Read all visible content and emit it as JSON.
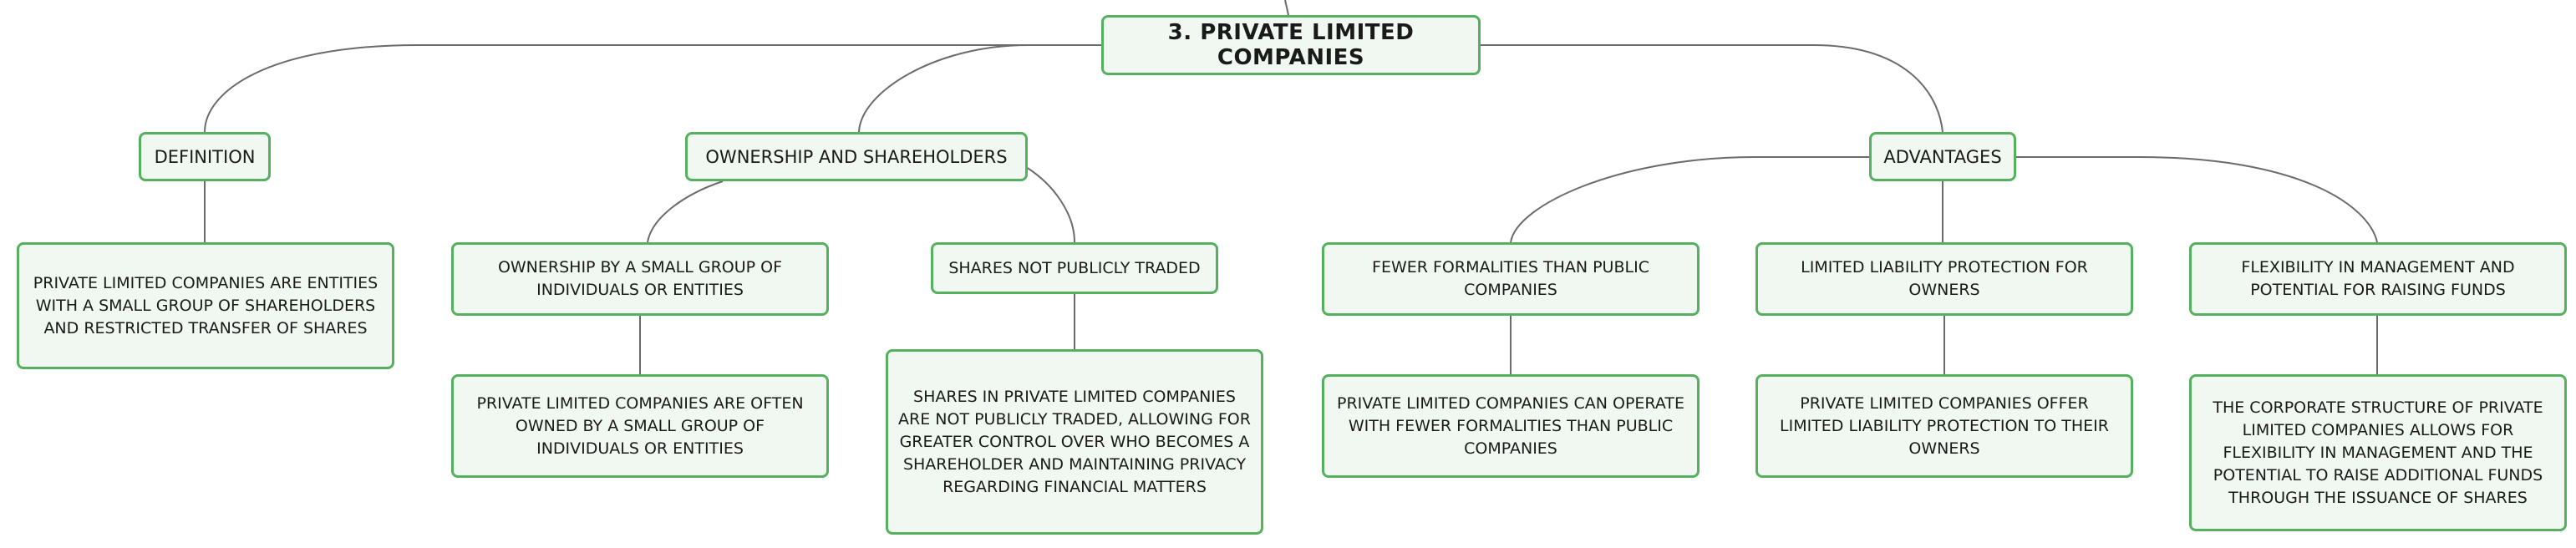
{
  "mindmap": {
    "root": {
      "label": "3. PRIVATE LIMITED COMPANIES"
    },
    "branches": [
      {
        "label": "DEFINITION",
        "children": [
          {
            "label": "PRIVATE LIMITED COMPANIES ARE ENTITIES WITH A SMALL GROUP OF SHAREHOLDERS AND RESTRICTED TRANSFER OF SHARES"
          }
        ]
      },
      {
        "label": "OWNERSHIP AND SHAREHOLDERS",
        "children": [
          {
            "label": "OWNERSHIP BY A SMALL GROUP OF INDIVIDUALS OR ENTITIES",
            "detail": "PRIVATE LIMITED COMPANIES ARE OFTEN OWNED BY A SMALL GROUP OF INDIVIDUALS OR ENTITIES"
          },
          {
            "label": "SHARES NOT PUBLICLY TRADED",
            "detail": "SHARES IN PRIVATE LIMITED COMPANIES ARE NOT PUBLICLY TRADED, ALLOWING FOR GREATER CONTROL OVER WHO BECOMES A SHAREHOLDER AND MAINTAINING PRIVACY REGARDING FINANCIAL MATTERS"
          }
        ]
      },
      {
        "label": "ADVANTAGES",
        "children": [
          {
            "label": "FEWER FORMALITIES THAN PUBLIC COMPANIES",
            "detail": "PRIVATE LIMITED COMPANIES CAN OPERATE WITH FEWER FORMALITIES THAN PUBLIC COMPANIES"
          },
          {
            "label": "LIMITED LIABILITY PROTECTION FOR OWNERS",
            "detail": "PRIVATE LIMITED COMPANIES OFFER LIMITED LIABILITY PROTECTION TO THEIR OWNERS"
          },
          {
            "label": "FLEXIBILITY IN MANAGEMENT AND POTENTIAL FOR RAISING FUNDS",
            "detail": "THE CORPORATE STRUCTURE OF PRIVATE LIMITED COMPANIES ALLOWS FOR FLEXIBILITY IN MANAGEMENT AND THE POTENTIAL TO RAISE ADDITIONAL FUNDS THROUGH THE ISSUANCE OF SHARES"
          }
        ]
      }
    ]
  },
  "colors": {
    "node_border": "#57b05f",
    "node_fill": "#f1f8f1",
    "connector": "#6b6b6b",
    "text": "#1a1a1a"
  }
}
